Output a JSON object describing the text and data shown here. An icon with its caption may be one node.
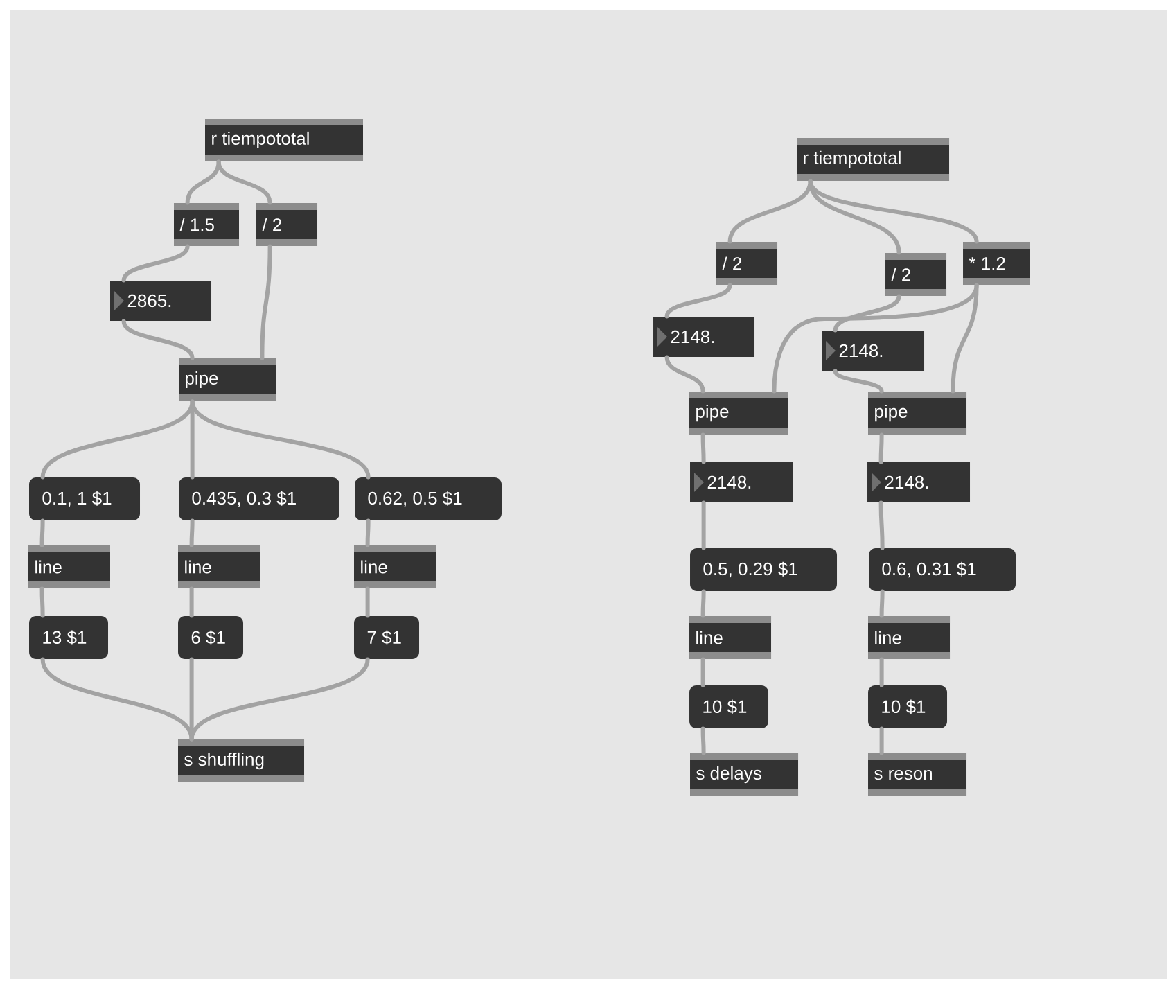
{
  "diagram": {
    "nodes": [
      {
        "text": [
          "r tiempototal"
        ]
      },
      {
        "text": [
          "/ 1.5"
        ]
      },
      {
        "text": [
          "/ 2"
        ]
      },
      {
        "text": [
          "2865."
        ]
      },
      {
        "text": [
          "pipe"
        ]
      },
      {
        "text": [
          "0.1, 1 $1"
        ]
      },
      {
        "text": [
          "0.435, 0.3 $1"
        ]
      },
      {
        "text": [
          "0.62, 0.5 $1"
        ]
      },
      {
        "text": [
          "line"
        ]
      },
      {
        "text": [
          "line"
        ]
      },
      {
        "text": [
          "line"
        ]
      },
      {
        "text": [
          "13 $1"
        ]
      },
      {
        "text": [
          "6 $1"
        ]
      },
      {
        "text": [
          "7 $1"
        ]
      },
      {
        "text": [
          "s shuffling"
        ]
      },
      {
        "text": [
          "r tiempototal"
        ]
      },
      {
        "text": [
          "/ 2"
        ]
      },
      {
        "text": [
          "/ 2"
        ]
      },
      {
        "text": [
          "* 1.2"
        ]
      },
      {
        "text": [
          "2148."
        ]
      },
      {
        "text": [
          "2148."
        ]
      },
      {
        "text": [
          "pipe"
        ]
      },
      {
        "text": [
          "pipe"
        ]
      },
      {
        "text": [
          "2148."
        ]
      },
      {
        "text": [
          "2148."
        ]
      },
      {
        "text": [
          "0.5, 0.29 $1"
        ]
      },
      {
        "text": [
          "0.6, 0.31 $1"
        ]
      },
      {
        "text": [
          "line"
        ]
      },
      {
        "text": [
          "line"
        ]
      },
      {
        "text": [
          "10 $1"
        ]
      },
      {
        "text": [
          "10 $1"
        ]
      },
      {
        "text": [
          "s delays"
        ]
      },
      {
        "text": [
          "s reson"
        ]
      }
    ],
    "edges": [
      {
        "from": 0,
        "to": 1,
        "arrow": "none"
      },
      {
        "from": 0,
        "to": 2,
        "arrow": "none"
      },
      {
        "from": 1,
        "to": 3,
        "arrow": "none"
      },
      {
        "from": 3,
        "to": 4,
        "arrow": "none"
      },
      {
        "from": 2,
        "to": 4,
        "arrow": "none"
      },
      {
        "from": 4,
        "to": 5,
        "arrow": "none"
      },
      {
        "from": 4,
        "to": 6,
        "arrow": "none"
      },
      {
        "from": 4,
        "to": 7,
        "arrow": "none"
      },
      {
        "from": 5,
        "to": 8,
        "arrow": "none"
      },
      {
        "from": 6,
        "to": 9,
        "arrow": "none"
      },
      {
        "from": 7,
        "to": 10,
        "arrow": "none"
      },
      {
        "from": 8,
        "to": 11,
        "arrow": "none"
      },
      {
        "from": 9,
        "to": 12,
        "arrow": "none"
      },
      {
        "from": 10,
        "to": 13,
        "arrow": "none"
      },
      {
        "from": 11,
        "to": 14,
        "arrow": "none"
      },
      {
        "from": 12,
        "to": 14,
        "arrow": "none"
      },
      {
        "from": 13,
        "to": 14,
        "arrow": "none"
      },
      {
        "from": 15,
        "to": 16,
        "arrow": "none"
      },
      {
        "from": 15,
        "to": 17,
        "arrow": "none"
      },
      {
        "from": 15,
        "to": 18,
        "arrow": "none"
      },
      {
        "from": 16,
        "to": 19,
        "arrow": "none"
      },
      {
        "from": 19,
        "to": 21,
        "arrow": "none"
      },
      {
        "from": 17,
        "to": 20,
        "arrow": "none"
      },
      {
        "from": 20,
        "to": 22,
        "arrow": "none"
      },
      {
        "from": 18,
        "to": 21,
        "arrow": "none"
      },
      {
        "from": 18,
        "to": 22,
        "arrow": "none"
      },
      {
        "from": 21,
        "to": 23,
        "arrow": "none"
      },
      {
        "from": 23,
        "to": 25,
        "arrow": "none"
      },
      {
        "from": 25,
        "to": 27,
        "arrow": "none"
      },
      {
        "from": 27,
        "to": 29,
        "arrow": "none"
      },
      {
        "from": 29,
        "to": 31,
        "arrow": "none"
      },
      {
        "from": 22,
        "to": 24,
        "arrow": "none"
      },
      {
        "from": 24,
        "to": 26,
        "arrow": "none"
      },
      {
        "from": 26,
        "to": 28,
        "arrow": "none"
      },
      {
        "from": 28,
        "to": 30,
        "arrow": "none"
      },
      {
        "from": 30,
        "to": 32,
        "arrow": "none"
      }
    ]
  }
}
